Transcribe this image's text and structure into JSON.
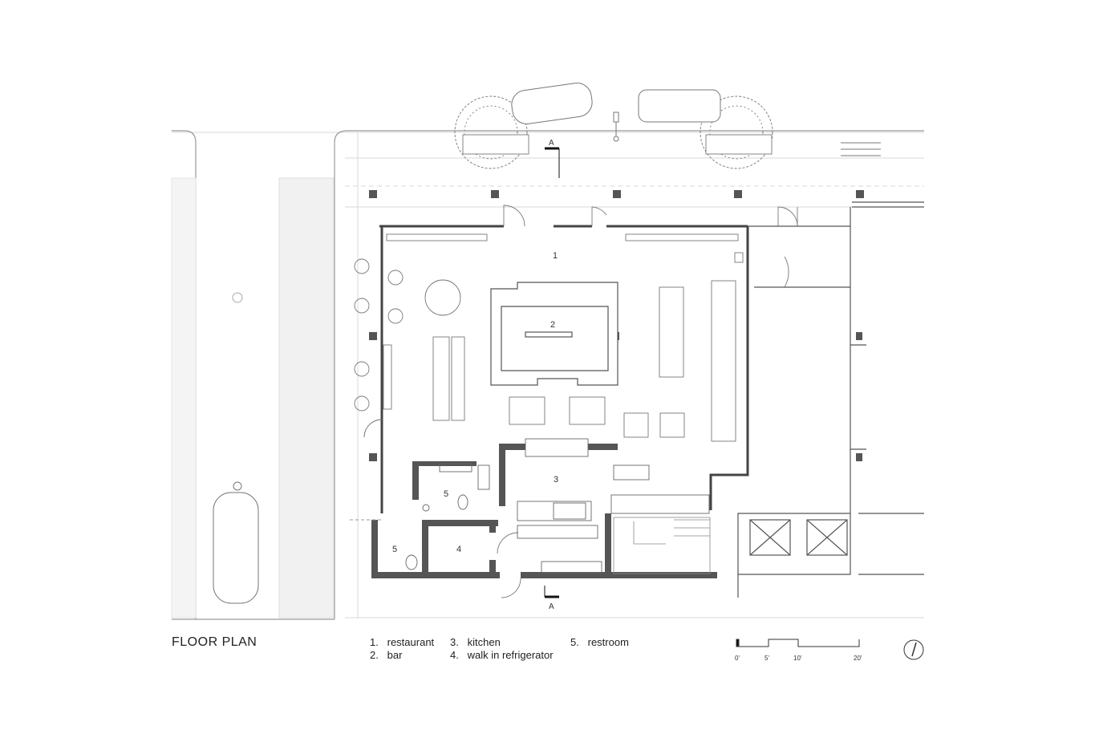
{
  "title": "FLOOR PLAN",
  "section_marker": "A",
  "rooms": {
    "r1": "1",
    "r2": "2",
    "r3": "3",
    "r4": "4",
    "r5a": "5",
    "r5b": "5"
  },
  "legend": [
    {
      "num": "1.",
      "label": "restaurant"
    },
    {
      "num": "2.",
      "label": "bar"
    },
    {
      "num": "3.",
      "label": "kitchen"
    },
    {
      "num": "4.",
      "label": "walk in refrigerator"
    },
    {
      "num": "5.",
      "label": "restroom"
    }
  ],
  "scale": {
    "t0": "0'",
    "t5": "5'",
    "t10": "10'",
    "t20": "20'"
  }
}
